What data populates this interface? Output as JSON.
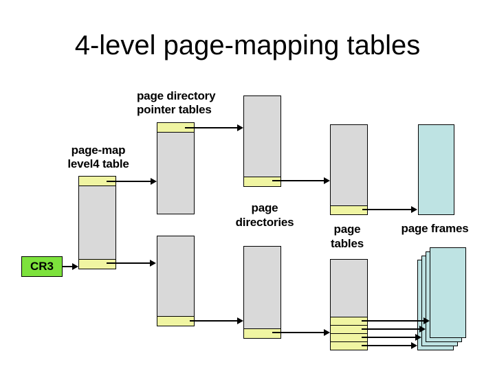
{
  "slide": {
    "title": "4-level page-mapping tables"
  },
  "labels": {
    "page_directory_pointer_tables": {
      "line1": "page directory",
      "line2": "pointer tables"
    },
    "page_map_level4_table": {
      "line1": "page-map",
      "line2": "level4 table"
    },
    "page_directories": {
      "line1": "page",
      "line2": "directories"
    },
    "page_tables": {
      "line1": "page",
      "line2": "tables"
    },
    "page_frames": "page frames",
    "cr3_register": "CR3"
  },
  "colors": {
    "background": "#ffffff",
    "table_fill": "#d9d9d9",
    "highlighted_entry_fill": "#f0f5a2",
    "page_frame_fill": "#bee3e3",
    "cr3_fill": "#7de23c",
    "border": "#000000",
    "arrow": "#000000",
    "text": "#000000"
  }
}
